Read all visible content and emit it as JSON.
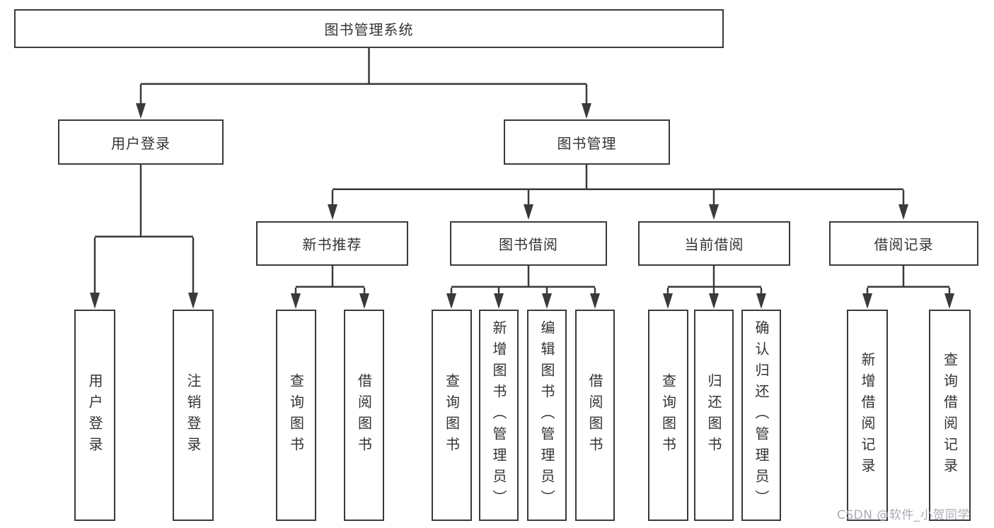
{
  "tree": {
    "label": "图书管理系统",
    "children": [
      {
        "label": "用户登录",
        "children": [
          {
            "label": "用户登录"
          },
          {
            "label": "注销登录"
          }
        ]
      },
      {
        "label": "图书管理",
        "children": [
          {
            "label": "新书推荐",
            "children": [
              {
                "label": "查询图书"
              },
              {
                "label": "借阅图书"
              }
            ]
          },
          {
            "label": "图书借阅",
            "children": [
              {
                "label": "查询图书"
              },
              {
                "label": "新增图书（管理员）"
              },
              {
                "label": "编辑图书（管理员）"
              },
              {
                "label": "借阅图书"
              }
            ]
          },
          {
            "label": "当前借阅",
            "children": [
              {
                "label": "查询图书"
              },
              {
                "label": "归还图书"
              },
              {
                "label": "确认归还（管理员）"
              }
            ]
          },
          {
            "label": "借阅记录",
            "children": [
              {
                "label": "新增借阅记录"
              },
              {
                "label": "查询借阅记录"
              }
            ]
          }
        ]
      }
    ]
  },
  "watermark": {
    "text": "CSDN @软件_小贺同学"
  },
  "colors": {
    "line": "#3a3a3a",
    "box_border": "#3a3a3a",
    "text": "#333333",
    "watermark": "#a9acb6",
    "background": "#ffffff"
  }
}
